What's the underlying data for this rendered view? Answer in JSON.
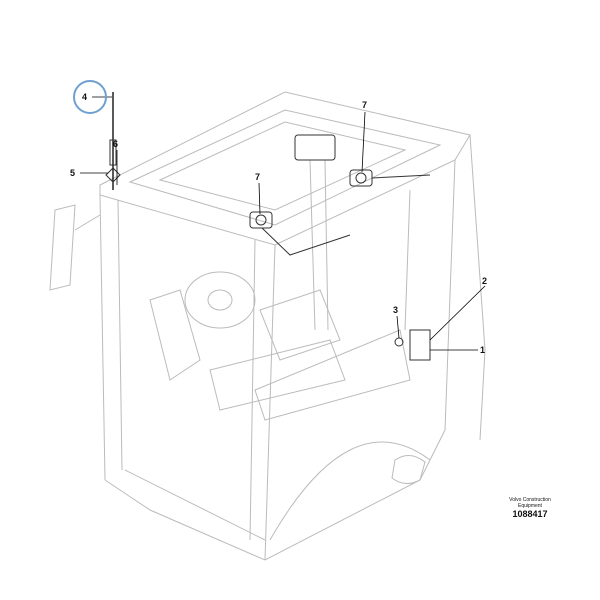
{
  "diagram": {
    "callouts": [
      "4",
      "6",
      "5",
      "7",
      "7",
      "2",
      "3",
      "1"
    ],
    "highlight_color": "#6fa0d0",
    "credit": {
      "company_line1": "Volvo Construction",
      "company_line2": "Equipment",
      "drawing_number": "1088417"
    }
  }
}
